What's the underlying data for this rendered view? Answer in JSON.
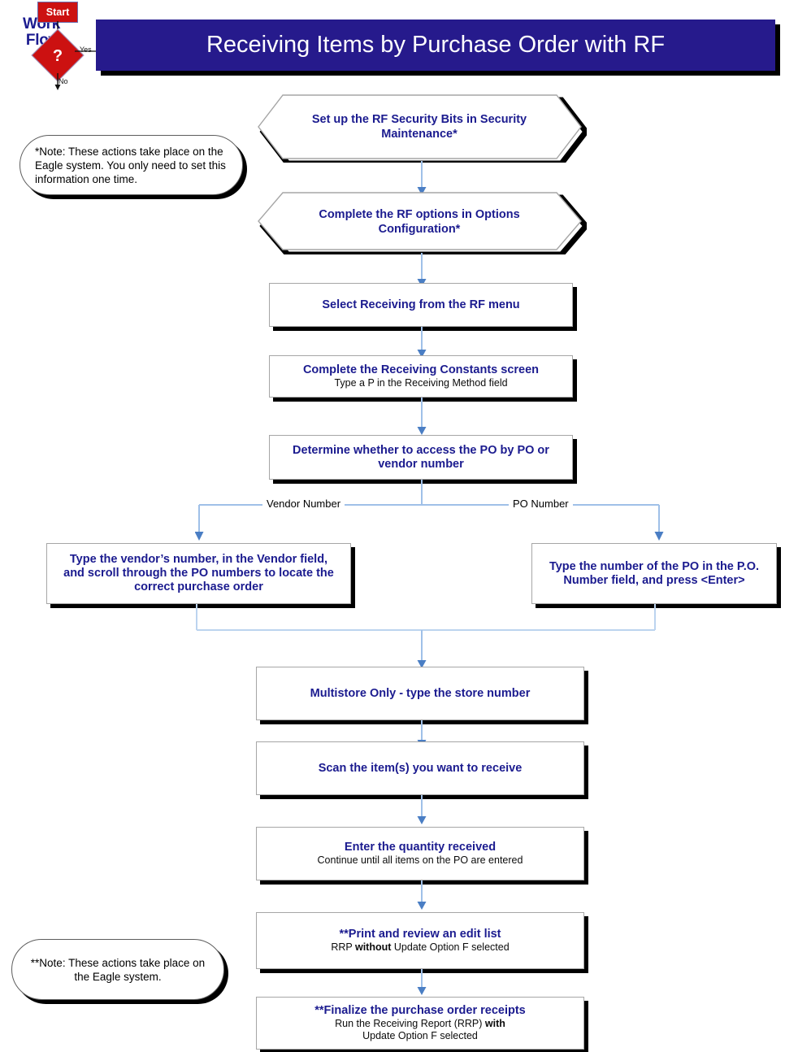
{
  "logo": {
    "workflow_line1": "Work",
    "workflow_line2": "Flow",
    "start_label": "Start",
    "decision_label": "?",
    "yes_label": "Yes",
    "no_label": "No"
  },
  "header": {
    "title": "Receiving Items by Purchase Order with RF",
    "banner_color": "#261a8c",
    "banner_text_color": "#ffffff"
  },
  "colors": {
    "node_title": "#1b1b8f",
    "node_subtitle": "#0b0b0b",
    "node_border": "#a6a6a6",
    "shadow": "#000000",
    "connector": "#9fc0e8",
    "connector_arrow": "#4a7ec4",
    "accent_red": "#cc1111"
  },
  "notes": [
    {
      "id": "note-one-time",
      "text": "*Note: These actions take place on the Eagle system. You only need to set this information one time.",
      "align": "left"
    },
    {
      "id": "note-eagle-system",
      "text": "**Note: These actions take place on the Eagle system.",
      "align": "center"
    }
  ],
  "branch_labels": {
    "left": "Vendor Number",
    "right": "PO Number"
  },
  "nodes": [
    {
      "id": "setup-security-bits",
      "shape": "hexagon",
      "title": "Set up the RF Security Bits in Security Maintenance*",
      "subtitle": ""
    },
    {
      "id": "complete-rf-options",
      "shape": "hexagon",
      "title": "Complete the RF options in Options Configuration*",
      "subtitle": ""
    },
    {
      "id": "select-receiving",
      "shape": "rect",
      "title": "Select Receiving from the RF menu",
      "subtitle": ""
    },
    {
      "id": "receiving-constants",
      "shape": "rect",
      "title": "Complete the Receiving Constants screen",
      "subtitle": "Type a P in the Receiving Method field"
    },
    {
      "id": "determine-access",
      "shape": "rect",
      "title": "Determine whether to access the PO by PO or vendor number",
      "subtitle": ""
    },
    {
      "id": "vendor-branch",
      "shape": "rect",
      "title": "Type the vendor’s number, in the Vendor field, and scroll through the PO numbers to locate the correct purchase order",
      "subtitle": ""
    },
    {
      "id": "po-branch",
      "shape": "rect",
      "title": "Type the number of the PO in the P.O. Number field, and press <Enter>",
      "subtitle": ""
    },
    {
      "id": "multistore-store-number",
      "shape": "rect",
      "title": "Multistore Only - type the store number",
      "subtitle": ""
    },
    {
      "id": "scan-items",
      "shape": "rect",
      "title": "Scan the item(s) you want to receive",
      "subtitle": ""
    },
    {
      "id": "enter-quantity",
      "shape": "rect",
      "title": "Enter the quantity received",
      "subtitle": "Continue until all items on the PO are entered"
    },
    {
      "id": "print-edit-list",
      "shape": "rect",
      "title": "**Print and review an edit list",
      "subtitle_parts": [
        "RRP ",
        "without",
        " Update Option F selected"
      ]
    },
    {
      "id": "finalize-receipts",
      "shape": "rect",
      "title": "**Finalize the purchase order receipts",
      "subtitle_parts": [
        "Run the Receiving Report (RRP) ",
        "with",
        ""
      ],
      "subtitle_line2": "Update Option F selected"
    }
  ]
}
